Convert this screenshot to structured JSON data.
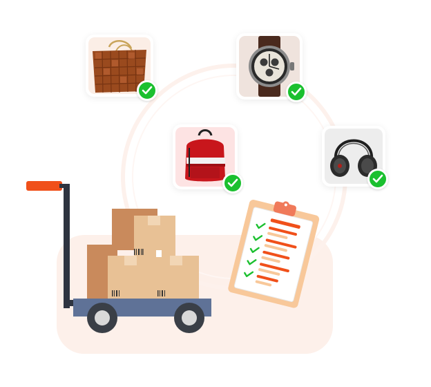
{
  "illustration": {
    "products": [
      {
        "name": "handbag",
        "icon": "handbag-icon",
        "verified": true
      },
      {
        "name": "watch",
        "icon": "watch-icon",
        "verified": true
      },
      {
        "name": "backpack",
        "icon": "backpack-icon",
        "verified": true
      },
      {
        "name": "headphones",
        "icon": "headphones-icon",
        "verified": true
      }
    ],
    "colors": {
      "accent_orange": "#f0501a",
      "check_green": "#1bc02f",
      "cart_blue": "#5f7297",
      "box_tan": "#e8c195",
      "panel_peach": "#fdf0ea"
    }
  }
}
